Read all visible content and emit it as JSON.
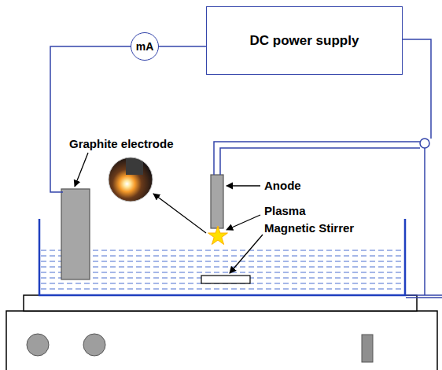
{
  "diagram": {
    "nodes": [
      {
        "text": [
          "mA"
        ]
      },
      {
        "text": [
          "DC power supply"
        ]
      }
    ],
    "edges": [
      {
        "from": 0,
        "to": 1,
        "arrow": "none"
      }
    ],
    "labels": [
      "Graphite electrode",
      "Anode",
      "Plasma",
      "Magnetic Stirrer"
    ]
  }
}
